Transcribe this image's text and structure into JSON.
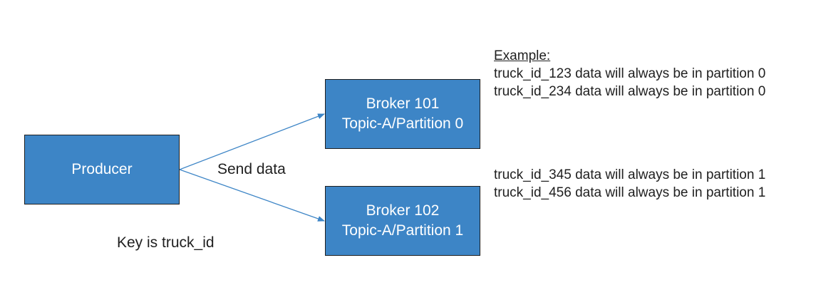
{
  "nodes": {
    "producer": "Producer",
    "broker_101": {
      "line1": "Broker 101",
      "line2": "Topic-A/Partition 0"
    },
    "broker_102": {
      "line1": "Broker 102",
      "line2": "Topic-A/Partition 1"
    }
  },
  "labels": {
    "send_data": "Send data",
    "key": "Key is truck_id"
  },
  "example": {
    "heading": "Example:",
    "partition_0_lines": [
      "truck_id_123 data will always be in partition 0",
      "truck_id_234 data will always be in partition 0"
    ],
    "partition_1_lines": [
      "truck_id_345 data will always be in partition 1",
      "truck_id_456 data will always be in partition 1"
    ]
  },
  "colors": {
    "node_fill": "#3d85c6",
    "arrow": "#3d85c6"
  }
}
